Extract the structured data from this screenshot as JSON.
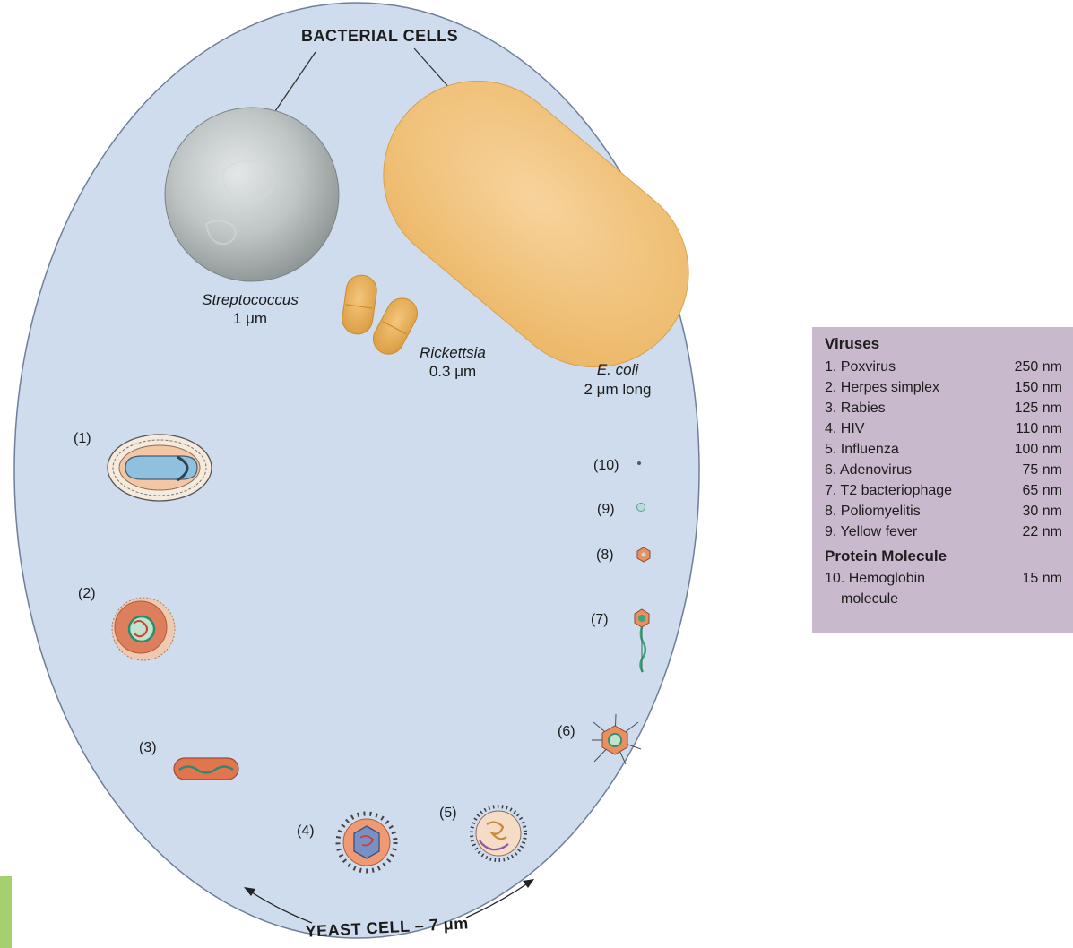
{
  "labels": {
    "bacterial_cells": "BACTERIAL CELLS",
    "streptococcus_name": "Streptococcus",
    "streptococcus_size": "1 μm",
    "rickettsia_name": "Rickettsia",
    "rickettsia_size": "0.3 μm",
    "ecoli_name": "E. coli",
    "ecoli_size": "2 μm long",
    "yeast_cell": "YEAST CELL – 7 μm"
  },
  "virus_markers": [
    "(1)",
    "(2)",
    "(3)",
    "(4)",
    "(5)",
    "(6)",
    "(7)",
    "(8)",
    "(9)",
    "(10)"
  ],
  "legend": {
    "viruses_heading": "Viruses",
    "viruses": [
      {
        "name": "1. Poxvirus",
        "size": "250 nm"
      },
      {
        "name": "2. Herpes simplex",
        "size": "150 nm"
      },
      {
        "name": "3. Rabies",
        "size": "125 nm"
      },
      {
        "name": "4. HIV",
        "size": "110 nm"
      },
      {
        "name": "5. Influenza",
        "size": "100 nm"
      },
      {
        "name": "6. Adenovirus",
        "size": "75 nm"
      },
      {
        "name": "7. T2 bacteriophage",
        "size": "65 nm"
      },
      {
        "name": "8. Poliomyelitis",
        "size": "30 nm"
      },
      {
        "name": "9. Yellow fever",
        "size": "22 nm"
      }
    ],
    "protein_heading": "Protein Molecule",
    "protein": {
      "name_line1": "10. Hemoglobin",
      "name_line2": "molecule",
      "size": "15 nm"
    }
  },
  "colors": {
    "yeast_fill": "#cfdcee",
    "bacteria_orange": "#f0be73",
    "streptococcus_gray": "#b2b8b8",
    "legend_bg": "#c9b9cc",
    "accent_green": "#a6cf6e"
  }
}
